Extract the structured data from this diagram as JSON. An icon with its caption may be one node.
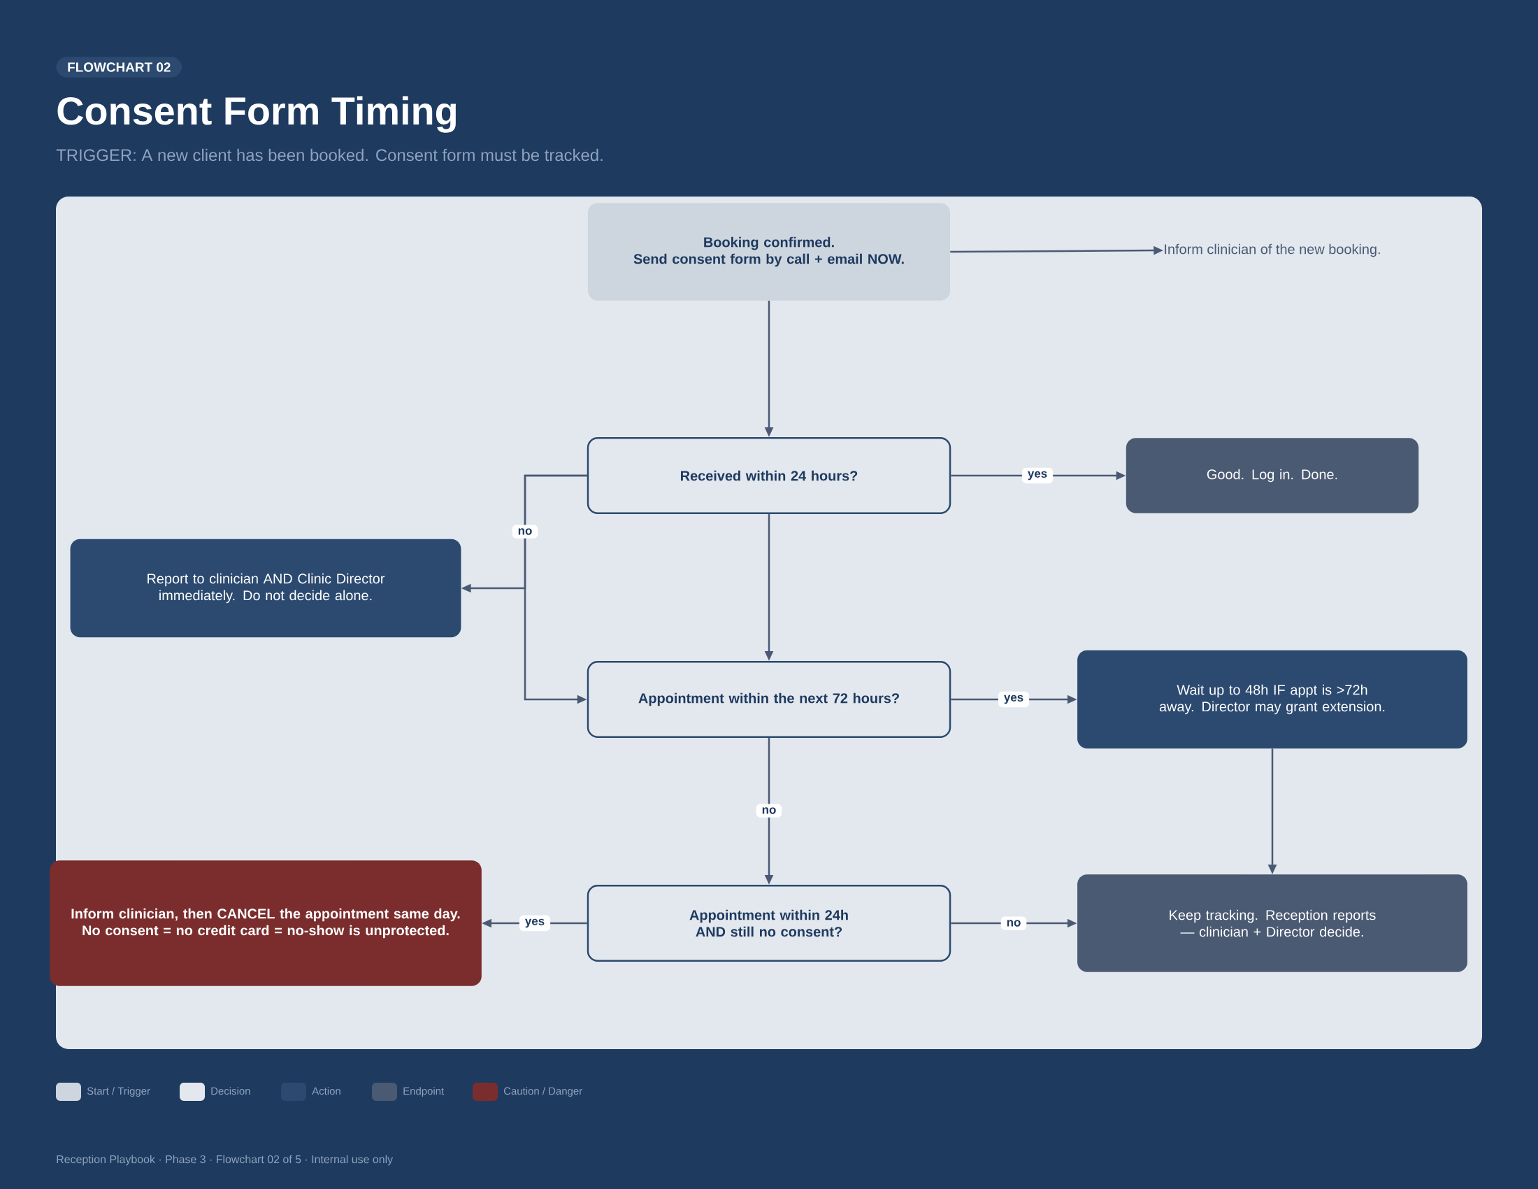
{
  "diagram": {
    "title": "Consent Form Timing",
    "nodes": [
      {
        "text": [
          "Booking confirmed.",
          "Send consent form by call + email NOW."
        ]
      },
      {
        "text": [
          "Inform clinician of the new booking."
        ]
      },
      {
        "text": [
          "Received within 24 hours?"
        ]
      },
      {
        "text": [
          "Good. Log in. Done."
        ]
      },
      {
        "text": [
          "Report to clinician AND Clinic Director immediately. Do not decide alone."
        ]
      },
      {
        "text": [
          "Appointment within the next 72 hours?"
        ]
      },
      {
        "text": [
          "Wait up to 48h IF appt is >72h away. Director may grant extension."
        ]
      },
      {
        "text": [
          "Appointment within 24h AND still no consent?"
        ]
      },
      {
        "text": [
          "Inform clinician, then CANCEL the appointment same day. No consent = no credit card = no-show is unprotected."
        ]
      },
      {
        "text": [
          "Keep tracking. Reception reports — clinician + Director decide."
        ]
      }
    ],
    "edges": [
      {
        "from": 0,
        "to": 1,
        "arrow": "to"
      },
      {
        "from": 0,
        "to": 2,
        "arrow": "to"
      },
      {
        "from": 2,
        "to": 3,
        "arrow": "to",
        "label": "yes"
      },
      {
        "from": 2,
        "to": 4,
        "arrow": "to",
        "label": "no"
      },
      {
        "from": 2,
        "to": 5,
        "arrow": "to"
      },
      {
        "from": 2,
        "to": 5,
        "arrow": "to"
      },
      {
        "from": 5,
        "to": 6,
        "arrow": "to",
        "label": "yes"
      },
      {
        "from": 6,
        "to": 9,
        "arrow": "to"
      },
      {
        "from": 5,
        "to": 7,
        "arrow": "to",
        "label": "no"
      },
      {
        "from": 7,
        "to": 8,
        "arrow": "to",
        "label": "yes"
      },
      {
        "from": 7,
        "to": 9,
        "arrow": "to",
        "label": "no"
      }
    ],
    "labels": [
      "FLOWCHART 02",
      "TRIGGER: A new client has been booked. Consent form must be tracked.",
      "Reception Playbook · Phase 3 · Flowchart 02 of 5 · Internal use only"
    ],
    "legend": [
      {
        "text": "Start / Trigger",
        "color": "#cdd5df"
      },
      {
        "text": "Decision",
        "color": "#e3e8ef"
      },
      {
        "text": "Action",
        "color": "#2c4a70"
      },
      {
        "text": "Endpoint",
        "color": "#4a5a73"
      },
      {
        "text": "Caution / Danger",
        "color": "#7b2d2d"
      }
    ]
  }
}
